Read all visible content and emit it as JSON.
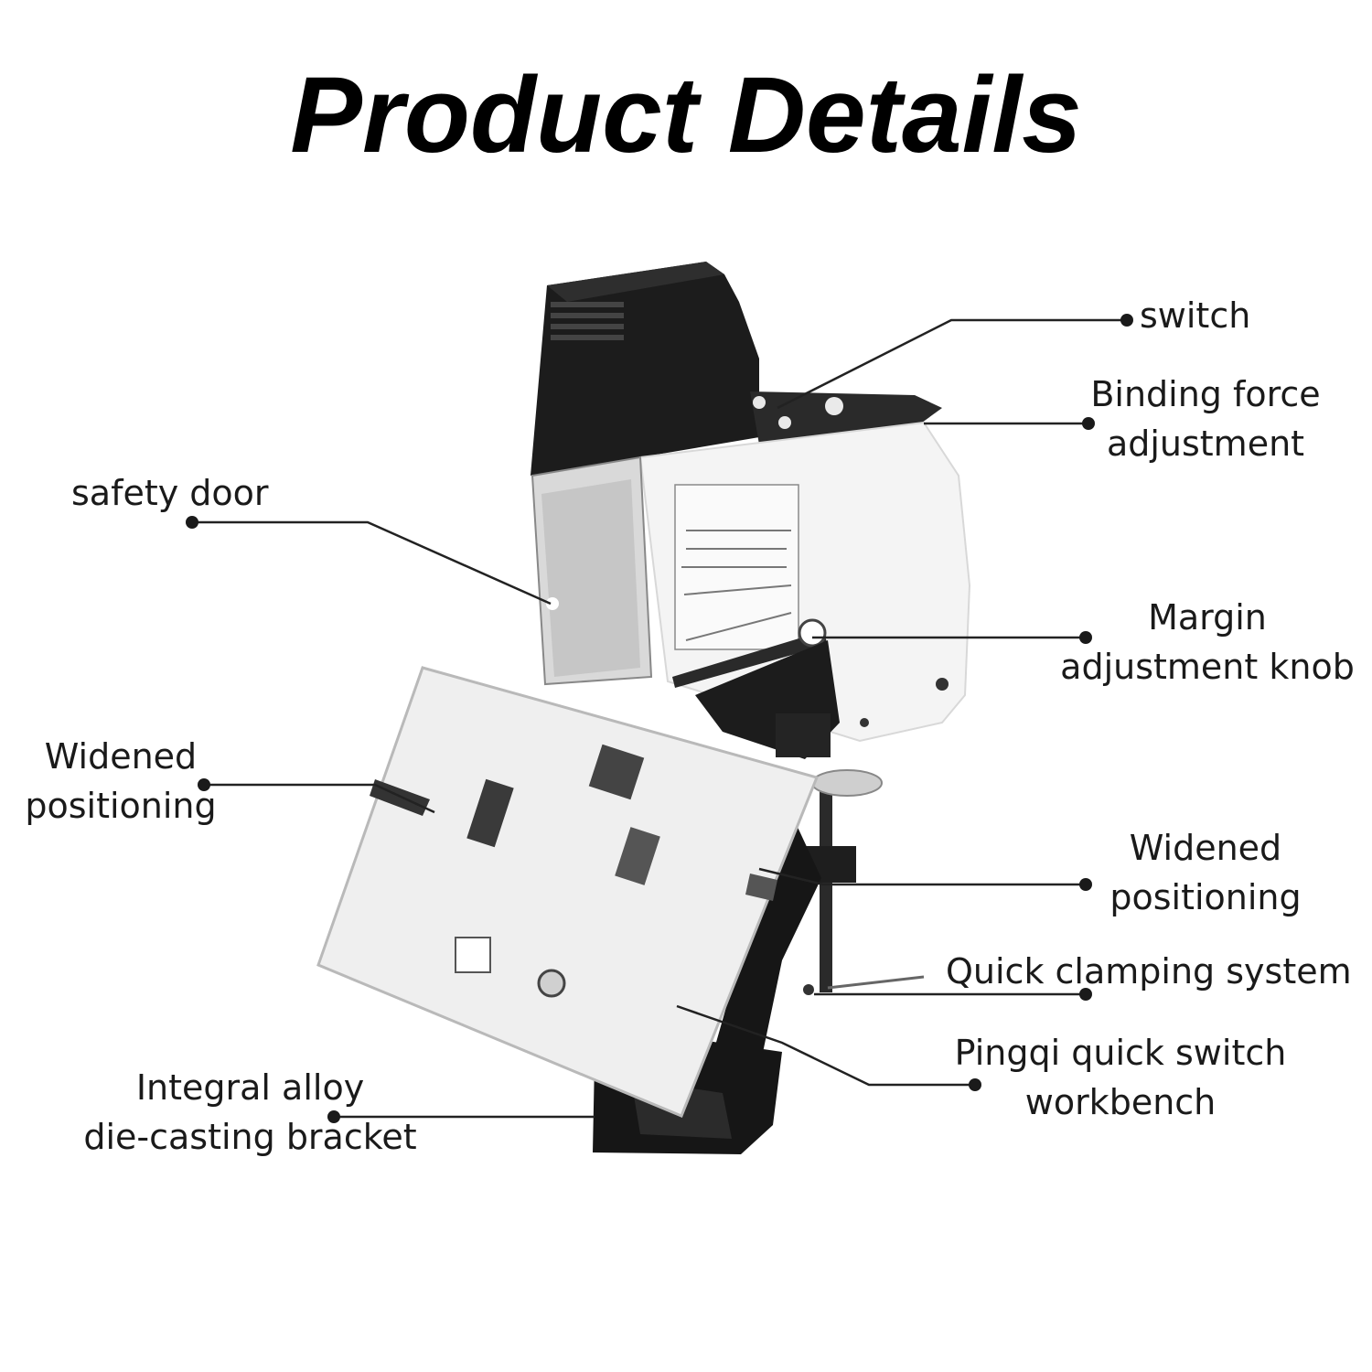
{
  "title": "Product Details",
  "labels": {
    "switch": [
      "switch"
    ],
    "binding_force": [
      "Binding force",
      "adjustment"
    ],
    "safety_door": [
      "safety door"
    ],
    "margin_knob": [
      "Margin",
      "adjustment knob"
    ],
    "widened_left": [
      "Widened",
      "positioning"
    ],
    "widened_right": [
      "Widened",
      "positioning"
    ],
    "quick_clamping": [
      "Quick clamping system"
    ],
    "pingqi": [
      "Pingqi quick switch",
      "workbench"
    ],
    "bracket": [
      "Integral alloy",
      "die-casting bracket"
    ]
  },
  "colors": {
    "machine_body": "#f4f4f4",
    "machine_dark": "#1c1c1c",
    "leader_line": "#222222",
    "plate": "#efefef"
  }
}
